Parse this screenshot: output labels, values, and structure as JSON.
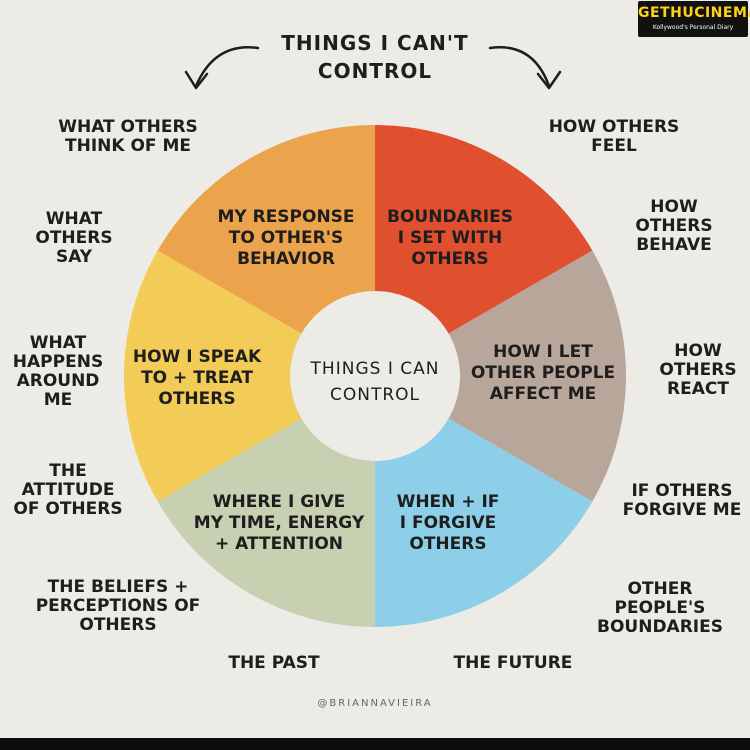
{
  "title": [
    "THINGS I CAN'T",
    "CONTROL"
  ],
  "center": [
    "THINGS I CAN",
    "CONTROL"
  ],
  "credit": "@BRIANNAVIEIRA",
  "watermark": {
    "name": "GETHUCINEMA",
    "tagline": "Kollywood's Personal Diary"
  },
  "colors": {
    "background": "#ecebe6",
    "segment_orange": "#eba44b",
    "segment_red": "#e04f2e",
    "segment_taupe": "#b8a69b",
    "segment_blue": "#8dcfe8",
    "segment_sage": "#c7d0b0",
    "segment_yellow": "#f3cb57"
  },
  "segments": [
    {
      "id": "boundaries",
      "color": "#e04f2e",
      "lines": [
        "BOUNDARIES",
        "I SET WITH",
        "OTHERS"
      ]
    },
    {
      "id": "others-affect",
      "color": "#b8a69b",
      "lines": [
        "HOW I LET",
        "OTHER PEOPLE",
        "AFFECT ME"
      ]
    },
    {
      "id": "forgive",
      "color": "#8dcfe8",
      "lines": [
        "WHEN + IF",
        "I FORGIVE",
        "OTHERS"
      ]
    },
    {
      "id": "time-energy",
      "color": "#c7d0b0",
      "lines": [
        "WHERE I GIVE",
        "MY TIME, ENERGY",
        "+ ATTENTION"
      ]
    },
    {
      "id": "speak-treat",
      "color": "#f3cb57",
      "lines": [
        "HOW I SPEAK",
        "TO + TREAT",
        "OTHERS"
      ]
    },
    {
      "id": "my-response",
      "color": "#eba44b",
      "lines": [
        "MY RESPONSE",
        "TO OTHER'S",
        "BEHAVIOR"
      ]
    }
  ],
  "outer_items": [
    {
      "id": "what-others-think",
      "lines": [
        "WHAT OTHERS",
        "THINK OF ME"
      ]
    },
    {
      "id": "what-others-say",
      "lines": [
        "WHAT",
        "OTHERS",
        "SAY"
      ]
    },
    {
      "id": "what-happens-around",
      "lines": [
        "WHAT",
        "HAPPENS",
        "AROUND",
        "ME"
      ]
    },
    {
      "id": "attitude-of-others",
      "lines": [
        "THE",
        "ATTITUDE",
        "OF OTHERS"
      ]
    },
    {
      "id": "beliefs-perceptions",
      "lines": [
        "THE BELIEFS +",
        "PERCEPTIONS OF",
        "OTHERS"
      ]
    },
    {
      "id": "the-past",
      "lines": [
        "THE PAST"
      ]
    },
    {
      "id": "the-future",
      "lines": [
        "THE FUTURE"
      ]
    },
    {
      "id": "other-boundaries",
      "lines": [
        "OTHER",
        "PEOPLE'S",
        "BOUNDARIES"
      ]
    },
    {
      "id": "others-forgive",
      "lines": [
        "IF OTHERS",
        "FORGIVE ME"
      ]
    },
    {
      "id": "others-react",
      "lines": [
        "HOW",
        "OTHERS",
        "REACT"
      ]
    },
    {
      "id": "others-behave",
      "lines": [
        "HOW",
        "OTHERS",
        "BEHAVE"
      ]
    },
    {
      "id": "others-feel",
      "lines": [
        "HOW OTHERS",
        "FEEL"
      ]
    }
  ]
}
